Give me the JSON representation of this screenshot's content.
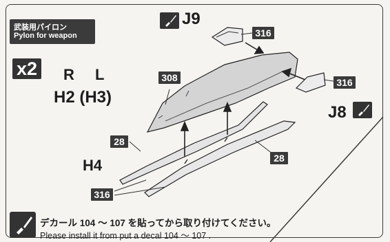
{
  "title": {
    "jp": "武装用パイロン",
    "en": "Pylon for weapon"
  },
  "quantity": "x2",
  "side_labels": {
    "right": "R",
    "left": "L"
  },
  "part_labels": {
    "pylon": "H2 (H3)",
    "rail": "H4",
    "fin_top": "J9",
    "fin_front": "J8"
  },
  "paint_codes": {
    "pylon": "308",
    "rail_upper": "28",
    "rail_lower": "28",
    "fin_top": "316",
    "fin_front": "316",
    "bottom": "316"
  },
  "decal_note": {
    "jp_before": "デカール",
    "decal_from": "104",
    "tilde": "〜",
    "decal_to": "107",
    "jp_after": "を貼ってから取り付けてください。",
    "en_before": "Please install it from put a decal",
    "en_end": "."
  },
  "icons": [
    "paint-brush-icon",
    "paint-brush-icon",
    "paint-brush-icon"
  ]
}
